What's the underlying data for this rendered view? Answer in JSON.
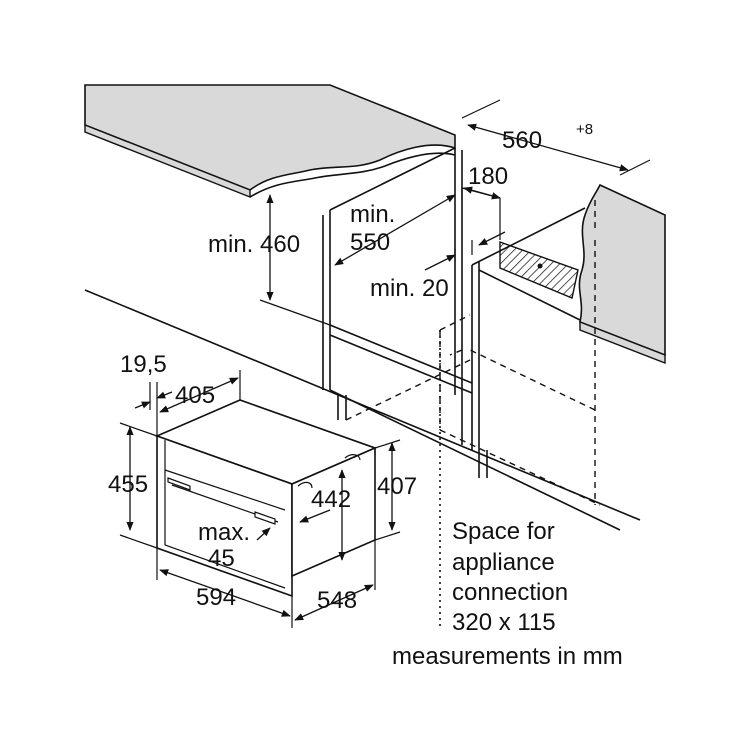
{
  "dimensions": {
    "niche_width": "560",
    "niche_width_tolerance": "+8",
    "vent_depth": "180",
    "niche_depth_label_1": "min.",
    "niche_depth_label_2": "550",
    "height_above": "min. 460",
    "gap_min": "min. 20",
    "front_offset": "19,5",
    "inner_depth": "405",
    "appliance_height": "455",
    "inner_height": "442",
    "niche_height": "407",
    "handle_label_1": "max.",
    "handle_label_2": "45",
    "appliance_width": "594",
    "appliance_depth": "548"
  },
  "notes": {
    "connection_line1": "Space for",
    "connection_line2": "appliance",
    "connection_line3": "connection",
    "connection_line4": "320 x 115",
    "units": "measurements in mm"
  },
  "colors": {
    "countertop_fill": "#d9d9d9",
    "line": "#111111",
    "background": "#ffffff"
  },
  "icons": {
    "vent_hatch": "hatched-rectangle"
  }
}
